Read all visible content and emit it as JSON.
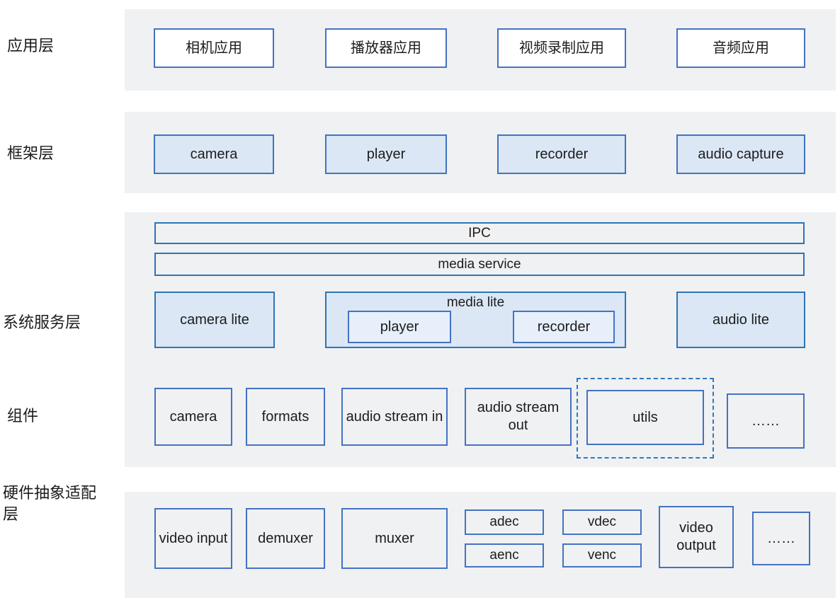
{
  "diagram_title": "media subsystem layered architecture",
  "colors": {
    "band_background": "#f0f1f2",
    "box_border_blue": "#4472c4",
    "bar_border_blue": "#2e74b5",
    "light_blue_fill": "#dbe7f5",
    "inner_box_fill": "#e7effa",
    "white_fill": "#ffffff",
    "text": "#1c1c1c"
  },
  "layers": {
    "app": {
      "label": "应用层",
      "boxes": [
        "相机应用",
        "播放器应用",
        "视频录制应用",
        "音频应用"
      ]
    },
    "framework": {
      "label": "框架层",
      "boxes": [
        "camera",
        "player",
        "recorder",
        "audio capture"
      ]
    },
    "system": {
      "label": "系统服务层",
      "ipc": "IPC",
      "media_service": "media service",
      "camera_lite": "camera lite",
      "media_lite": {
        "label": "media lite",
        "children": [
          "player",
          "recorder"
        ]
      },
      "audio_lite": "audio lite"
    },
    "components": {
      "label": "组件",
      "boxes": [
        "camera",
        "formats",
        "audio stream in",
        "audio stream out",
        "utils",
        "……"
      ]
    },
    "hal": {
      "label": "硬件抽象适配层",
      "boxes": [
        "video input",
        "demuxer",
        "muxer",
        "adec",
        "aenc",
        "vdec",
        "venc",
        "video output",
        "……"
      ]
    }
  }
}
